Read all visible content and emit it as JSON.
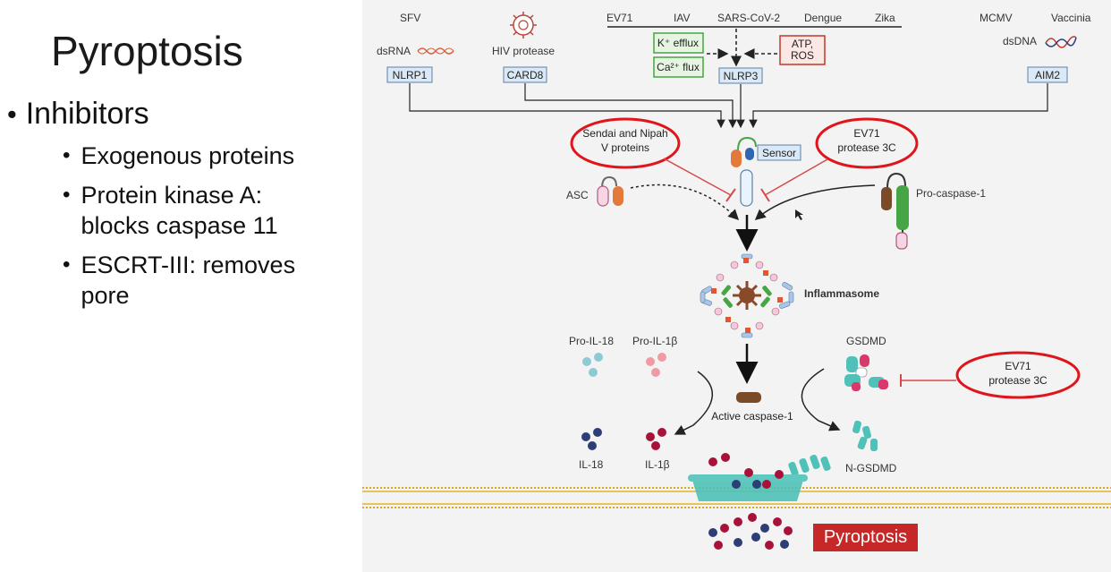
{
  "slide": {
    "title": "Pyroptosis",
    "bullet_main": "Inhibitors",
    "sub_bullets": [
      [
        "Exogenous proteins"
      ],
      [
        "Protein kinase A:",
        "blocks caspase 11"
      ],
      [
        "ESCRT-III: removes",
        "pore"
      ]
    ]
  },
  "diagram": {
    "viruses": {
      "sfv": "SFV",
      "ev71": "EV71",
      "iav": "IAV",
      "sars": "SARS-CoV-2",
      "dengue": "Dengue",
      "zika": "Zika",
      "mcmv": "MCMV",
      "vaccinia": "Vaccinia"
    },
    "triggers": {
      "dsrna": "dsRNA",
      "hiv_protease": "HIV protease",
      "dsdna": "dsDNA",
      "k_efflux": "K⁺ efflux",
      "ca_flux": "Ca²⁺ flux",
      "atp": "ATP,",
      "ros": "ROS"
    },
    "sensors": {
      "nlrp1": "NLRP1",
      "card8": "CARD8",
      "nlrp3": "NLRP3",
      "aim2": "AIM2",
      "sensor": "Sensor"
    },
    "inhibitors": {
      "sendai_1": "Sendai and Nipah",
      "sendai_2": "V proteins",
      "ev71_top_1": "EV71",
      "ev71_top_2": "protease 3C",
      "ev71_right_1": "EV71",
      "ev71_right_2": "protease 3C"
    },
    "components": {
      "asc": "ASC",
      "pro_caspase": "Pro-caspase-1",
      "inflammasome": "Inflammasome",
      "pro_il18": "Pro-IL-18",
      "pro_il1b": "Pro-IL-1β",
      "gsdmd": "GSDMD",
      "active_caspase": "Active caspase-1",
      "il18": "IL-18",
      "il1b": "IL-1β",
      "n_gsdmd": "N-GSDMD",
      "pyroptosis": "Pyroptosis"
    },
    "colors": {
      "inhibitor_red": "#e0151b",
      "trigger_green": "#46a545",
      "sensor_blue": "#5b7fa8",
      "membrane_gold": "#d9a820",
      "gsdmd_teal": "#4fc1b8",
      "il_blue": "#2d3e77",
      "il_red": "#a8123a"
    }
  }
}
